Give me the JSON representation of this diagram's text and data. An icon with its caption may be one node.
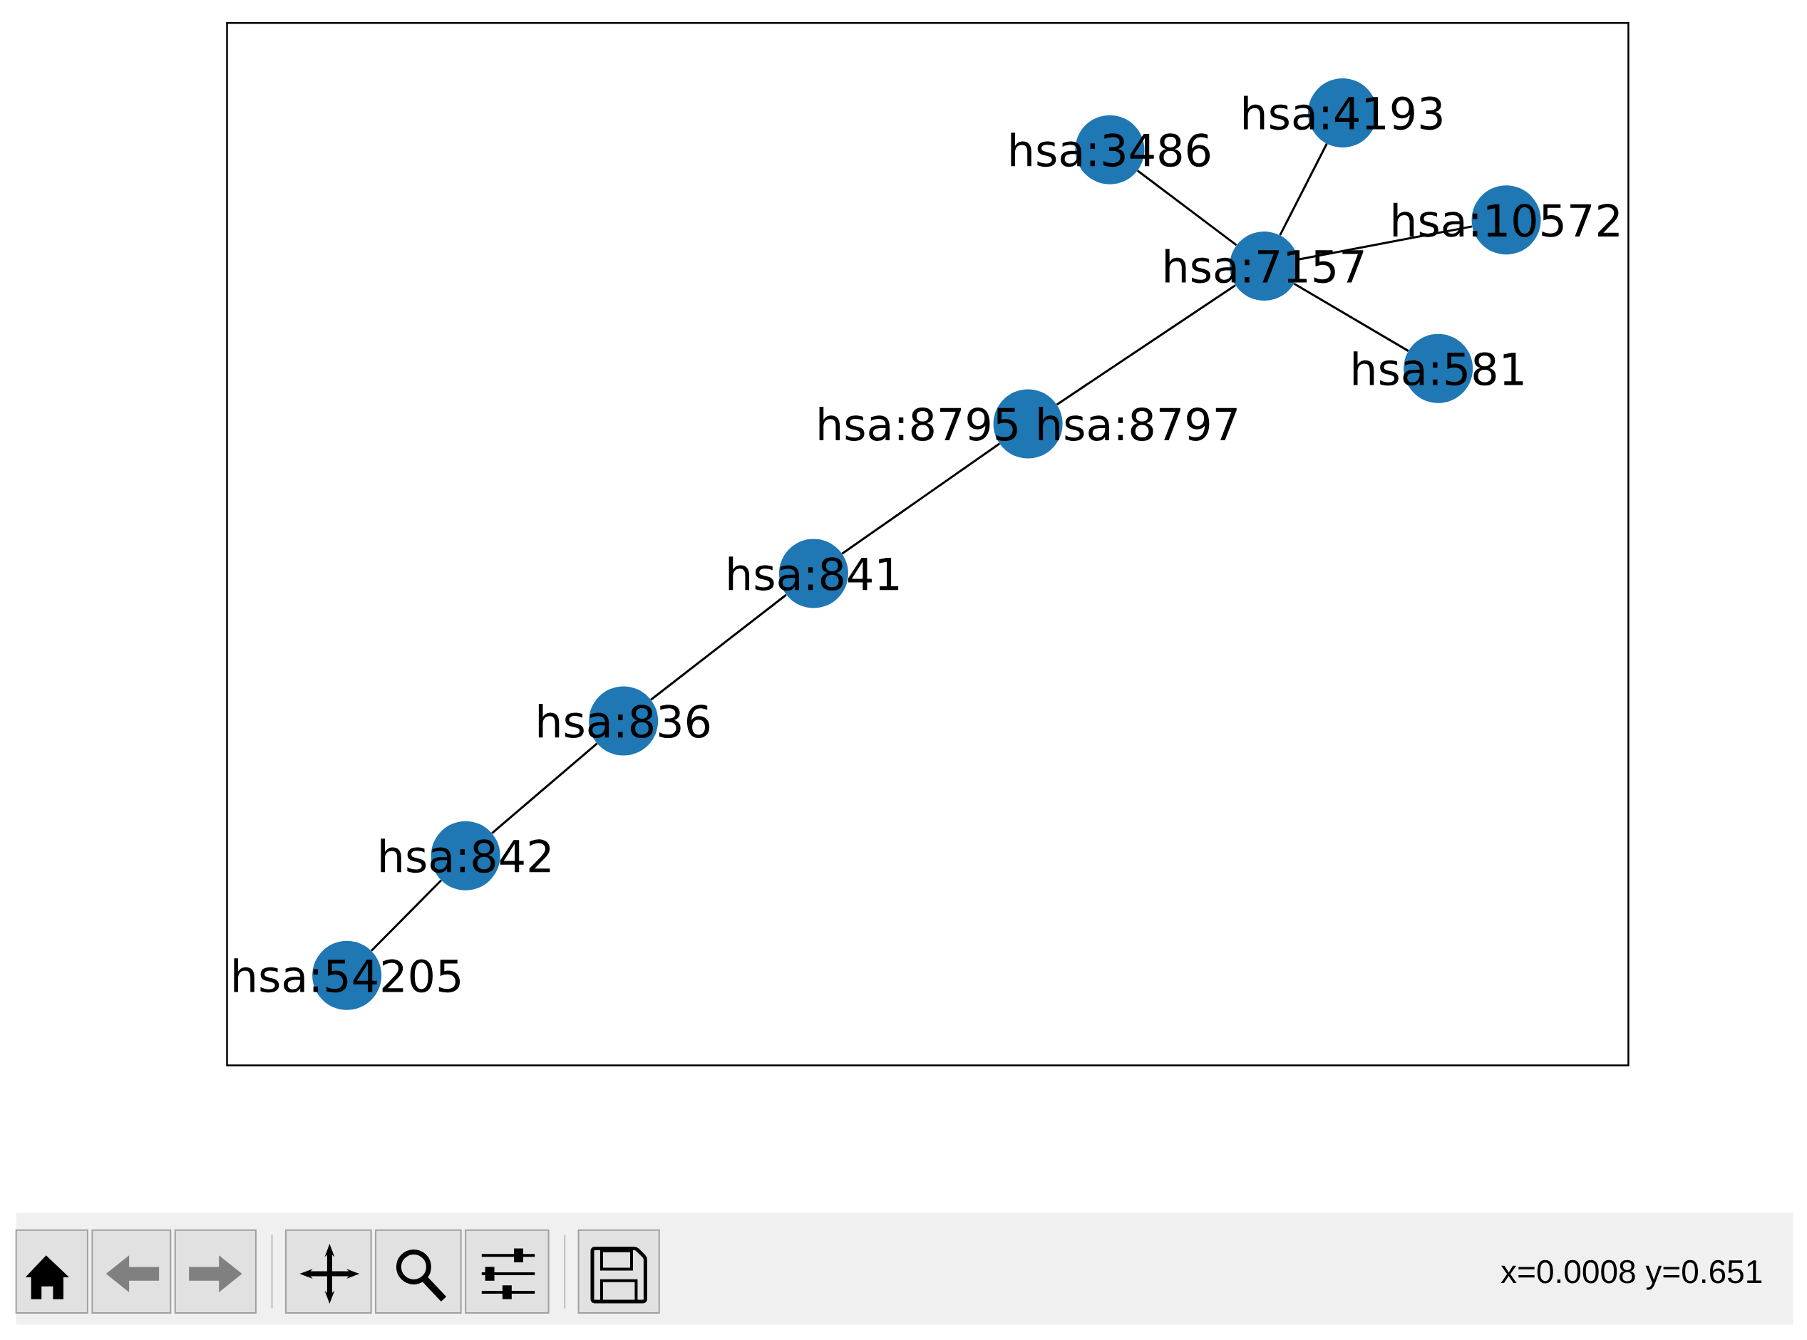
{
  "diagram": {
    "nodes": [
      {
        "text": [
          "hsa:3486"
        ]
      },
      {
        "text": [
          "hsa:4193"
        ]
      },
      {
        "text": [
          "hsa:10572"
        ]
      },
      {
        "text": [
          "hsa:7157"
        ]
      },
      {
        "text": [
          "hsa:581"
        ]
      },
      {
        "text": [
          "hsa:8795 hsa:8797"
        ]
      },
      {
        "text": [
          "hsa:841"
        ]
      },
      {
        "text": [
          "hsa:836"
        ]
      },
      {
        "text": [
          "hsa:842"
        ]
      },
      {
        "text": [
          "hsa:54205"
        ]
      }
    ],
    "edges": [
      {
        "from": 0,
        "to": 3,
        "arrow": "none"
      },
      {
        "from": 1,
        "to": 3,
        "arrow": "none"
      },
      {
        "from": 2,
        "to": 3,
        "arrow": "none"
      },
      {
        "from": 3,
        "to": 4,
        "arrow": "none"
      },
      {
        "from": 3,
        "to": 5,
        "arrow": "none"
      },
      {
        "from": 5,
        "to": 6,
        "arrow": "none"
      },
      {
        "from": 6,
        "to": 7,
        "arrow": "none"
      },
      {
        "from": 7,
        "to": 8,
        "arrow": "none"
      },
      {
        "from": 8,
        "to": 9,
        "arrow": "none"
      }
    ],
    "labels": [
      "x=0.0008 y=0.651"
    ]
  }
}
